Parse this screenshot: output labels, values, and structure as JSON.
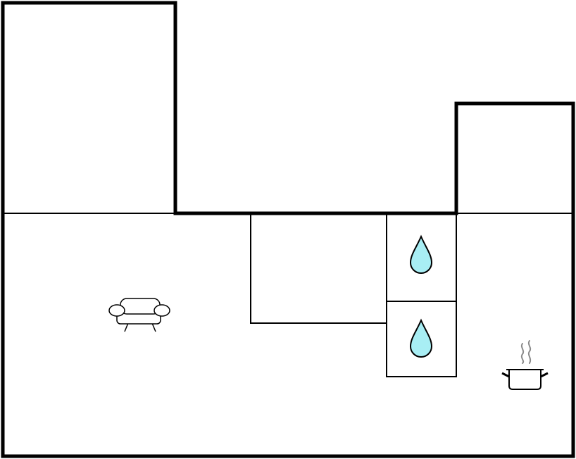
{
  "floor_plan": {
    "rooms": [
      {
        "kind": "room"
      },
      {
        "kind": "room"
      },
      {
        "kind": "room"
      },
      {
        "kind": "room"
      },
      {
        "kind": "bathroom"
      },
      {
        "kind": "bathroom"
      }
    ],
    "icons": [
      {
        "name": "sofa-icon",
        "room": "living"
      },
      {
        "name": "water-drop-icon",
        "room": "bathroom-1"
      },
      {
        "name": "water-drop-icon",
        "room": "bathroom-2"
      },
      {
        "name": "cooking-pot-icon",
        "room": "kitchen"
      }
    ],
    "colors": {
      "wall": "#000000",
      "background": "#ffffff",
      "water": "#a8eef4",
      "steam": "#8a8a8a"
    }
  }
}
